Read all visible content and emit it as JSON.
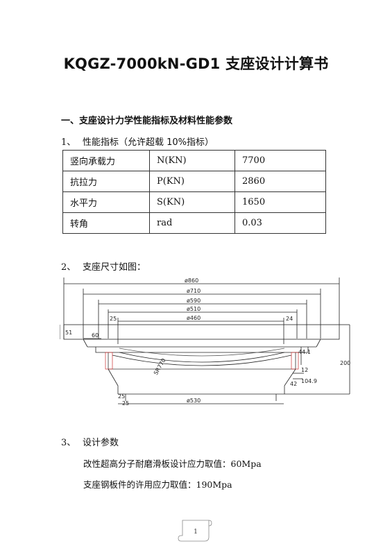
{
  "title": "KQGZ-7000kN-GD1 支座设计计算书",
  "section1": {
    "heading": "一、支座设计力学性能指标及材料性能参数"
  },
  "sub1": {
    "num": "1、",
    "label": "性能指标（允许超载 10%指标）"
  },
  "performance_table": {
    "rows": [
      [
        "竖向承载力",
        "N(KN)",
        "7700"
      ],
      [
        "抗拉力",
        "P(KN)",
        "2860"
      ],
      [
        "水平力",
        "S(KN)",
        "1650"
      ],
      [
        "转角",
        "rad",
        "0.03"
      ]
    ]
  },
  "sub2": {
    "num": "2、",
    "label": "支座尺寸如图："
  },
  "drawing": {
    "dims": {
      "d860": "ø860",
      "d710": "ø710",
      "d590": "ø590",
      "d510": "ø510",
      "d460": "ø460",
      "d530": "ø530",
      "left25top": "25",
      "right24": "24",
      "left51": "51",
      "left60": "60",
      "right44_1": "44.1",
      "right12": "12",
      "right104_9": "104.9",
      "right42": "42",
      "right200": "200",
      "sr770": "SR770",
      "bot25a": "25",
      "bot25b": "25"
    }
  },
  "sub3": {
    "num": "3、",
    "label": "设计参数"
  },
  "params": [
    "改性超高分子耐磨滑板设计应力取值：60Mpa",
    "支座钢板件的许用应力取值：190Mpa"
  ],
  "page_number": "1"
}
